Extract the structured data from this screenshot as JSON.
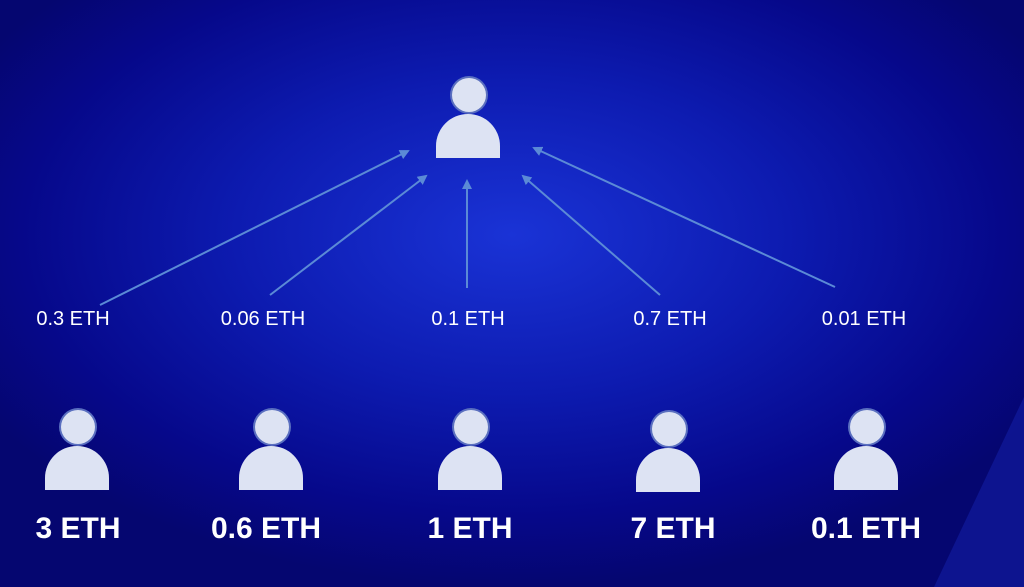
{
  "recipient": {
    "icon": "person-icon"
  },
  "senders": [
    {
      "balance": "3 ETH",
      "sent": "0.3 ETH"
    },
    {
      "balance": "0.6 ETH",
      "sent": "0.06 ETH"
    },
    {
      "balance": "1 ETH",
      "sent": "0.1 ETH"
    },
    {
      "balance": "7 ETH",
      "sent": "0.7 ETH"
    },
    {
      "balance": "0.1 ETH",
      "sent": "0.01 ETH"
    }
  ],
  "colors": {
    "arrow": "#5b8ad6",
    "person": "#dde3f3"
  }
}
